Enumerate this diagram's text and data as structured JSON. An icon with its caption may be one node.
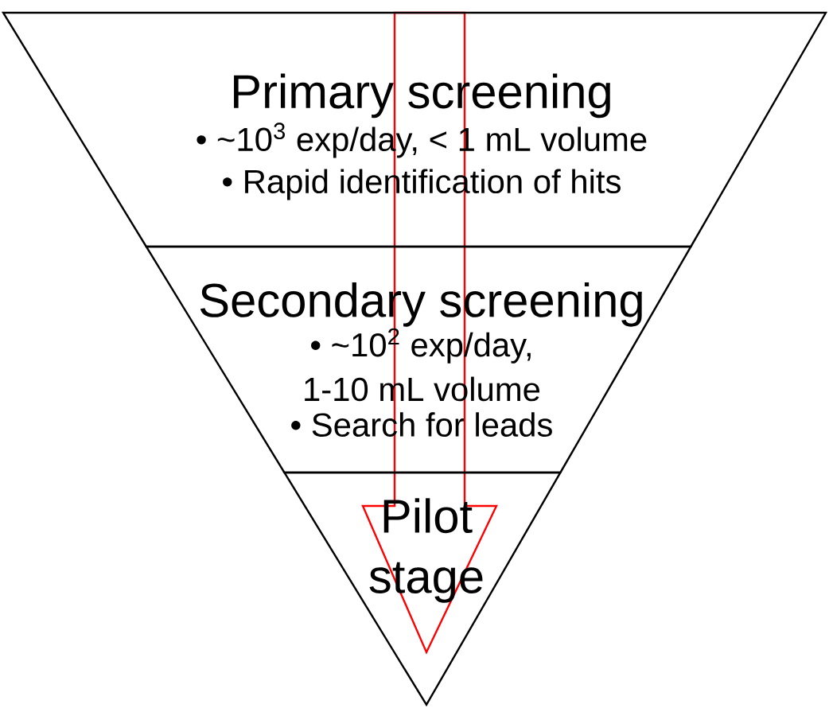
{
  "diagram": {
    "nodes": [
      {
        "text": [
          "Primary screening",
          "• ~10$^{3}$ exp/day, < 1 mL volume",
          "• Rapid identification of hits"
        ]
      },
      {
        "text": [
          "Secondary screening",
          "• ~10$^{2}$ exp/day, 1-10 mL volume",
          "• Search for leads"
        ]
      },
      {
        "text": [
          "Pilot stage"
        ]
      }
    ],
    "edges": [
      {
        "from": 0,
        "to": 2,
        "arrow": "to",
        "color": "#ff0000"
      }
    ]
  }
}
